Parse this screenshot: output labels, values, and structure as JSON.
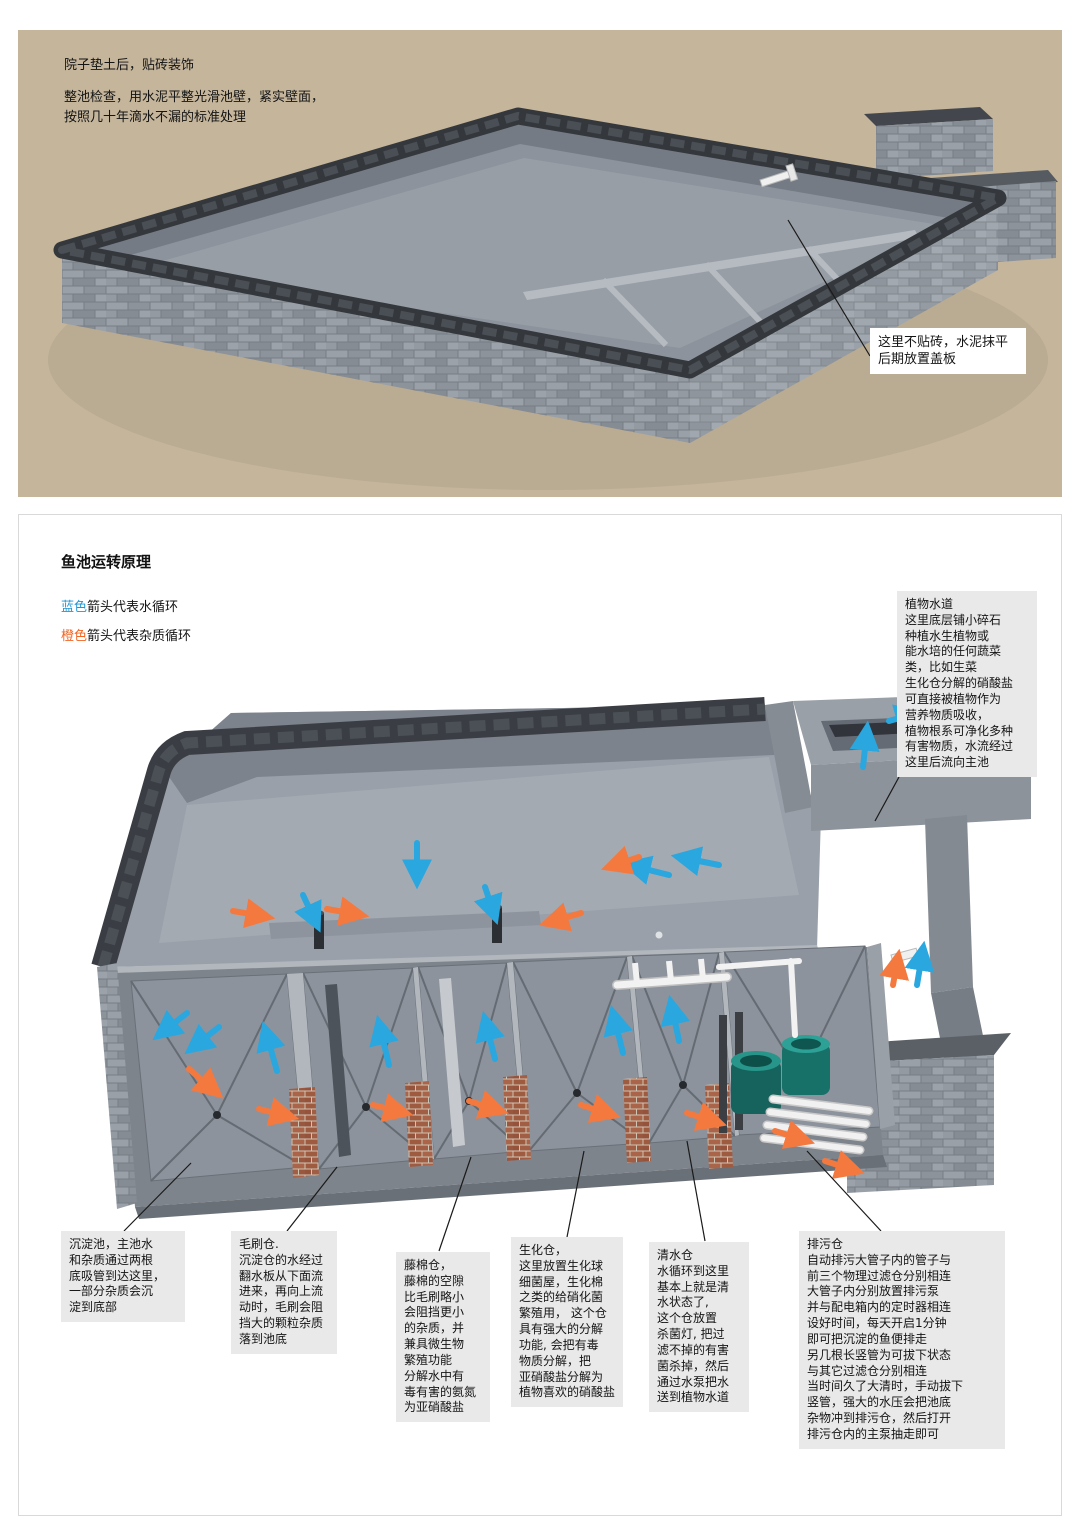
{
  "top_panel": {
    "heading": "院子垫土后，贴砖装饰",
    "note": "整池检查，用水泥平整光滑池壁，紧实壁面，\n按照几十年滴水不漏的标准处理",
    "callout": "这里不贴砖，水泥抹平\n后期放置盖板"
  },
  "bottom_panel": {
    "title": "鱼池运转原理",
    "legend": [
      {
        "color_word": "蓝色",
        "rest": "箭头代表水循环"
      },
      {
        "color_word": "橙色",
        "rest": "箭头代表杂质循环"
      }
    ],
    "plant_channel_callout": "植物水道\n这里底层铺小碎石\n种植水生植物或\n能水培的任何蔬菜\n类，比如生菜\n生化仓分解的硝酸盐\n可直接被植物作为\n营养物质吸收，\n植物根系可净化多种\n有害物质，水流经过\n这里后流向主池",
    "chamber_callouts": [
      {
        "id": "sedimentation-callout",
        "text": "沉淀池，主池水\n和杂质通过两根\n底吸管到达这里，\n一部分杂质会沉\n淀到底部"
      },
      {
        "id": "brush-callout",
        "text": "毛刷仓.\n沉淀仓的水经过\n翻水板从下面流\n进来，再向上流\n动时，毛刷会阻\n挡大的颗粒杂质\n落到池底"
      },
      {
        "id": "rattan-cotton-callout",
        "text": "藤棉仓，\n藤棉的空隙\n比毛刷略小\n会阻挡更小\n的杂质，并\n兼具微生物\n繁殖功能\n分解水中有\n毒有害的氨氮\n为亚硝酸盐"
      },
      {
        "id": "bio-callout",
        "text": "生化仓，\n这里放置生化球\n细菌屋，生化棉\n之类的给硝化菌\n繁殖用， 这个仓\n具有强大的分解\n功能, 会把有毒\n物质分解，把\n亚硝酸盐分解为\n植物喜欢的硝酸盐"
      },
      {
        "id": "clear-water-callout",
        "text": "清水仓\n水循环到这里\n基本上就是清\n水状态了,\n这个仓放置\n杀菌灯, 把过\n滤不掉的有害\n菌杀掉，然后\n通过水泵把水\n送到植物水道"
      },
      {
        "id": "drain-callout",
        "text": "排污仓\n自动排污大管子内的管子与\n前三个物理过滤仓分别相连\n大管子内分别放置排污泵\n并与配电箱内的定时器相连\n设好时间，每天开启1分钟\n即可把沉淀的鱼便排走\n另几根长竖管为可拔下状态\n与其它过滤仓分别相连\n当时间久了大清时，手动拔下\n竖管，强大的水压会把池底\n杂物冲到排污仓，然后打开\n排污仓内的主泵抽走即可"
      }
    ]
  },
  "colors": {
    "water_arrow_blue": "#2aa7df",
    "waste_arrow_orange": "#f4793f",
    "ground_tan": "#c4b59b"
  }
}
